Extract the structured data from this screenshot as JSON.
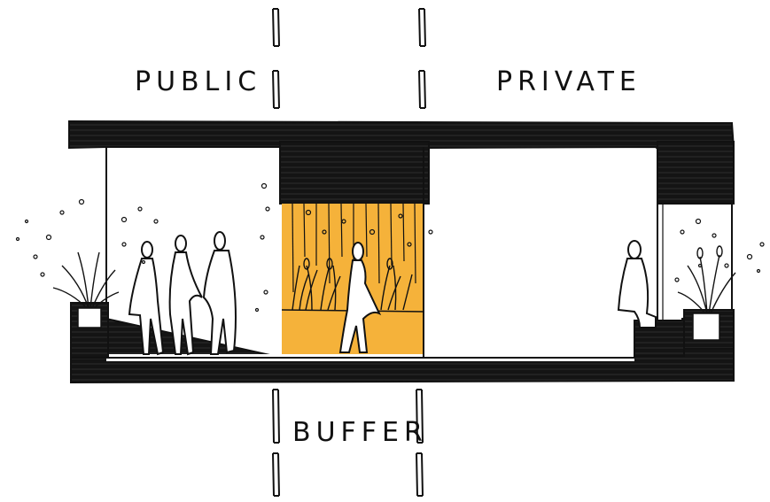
{
  "labels": {
    "public": "PUBLIC",
    "private": "PRIVATE",
    "buffer": "BUFFER"
  },
  "colors": {
    "ink": "#111111",
    "buffer_fill": "#f5b23a",
    "paper": "#ffffff"
  },
  "icons": {
    "people_public": "walking-people-icon",
    "person_buffer": "walking-person-icon",
    "person_private": "seated-person-icon",
    "plants": "grass-plant-icon"
  }
}
